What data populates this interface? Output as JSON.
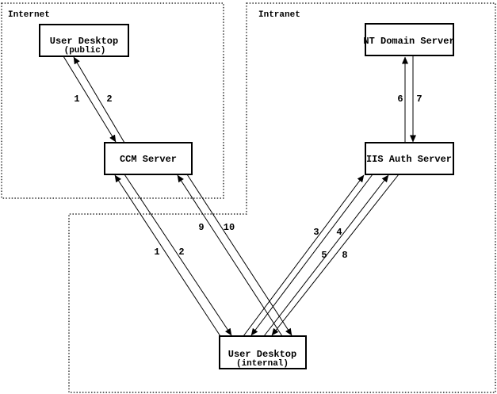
{
  "diagram": {
    "zones": {
      "internet": {
        "label": "Internet"
      },
      "intranet": {
        "label": "Intranet"
      }
    },
    "nodes": {
      "user_desktop_public": {
        "title": "User Desktop",
        "subtitle": "(public)"
      },
      "ccm_server": {
        "title": "CCM Server"
      },
      "nt_domain_server": {
        "title": "NT Domain Server"
      },
      "iis_auth_server": {
        "title": "IIS Auth Server"
      },
      "user_desktop_internal": {
        "title": "User Desktop",
        "subtitle": "(internal)"
      }
    },
    "flows": {
      "public_ccm": {
        "request": "1",
        "response": "2"
      },
      "internal_ccm": {
        "request": "1",
        "response": "2"
      },
      "internal_ccm_alt": {
        "request": "9",
        "response": "10"
      },
      "internal_iis_a": {
        "request": "3",
        "response": "4"
      },
      "internal_iis_b": {
        "request": "5",
        "response": "8"
      },
      "iis_nt": {
        "request": "6",
        "response": "7"
      }
    },
    "colors": {
      "ink": "#000000",
      "background": "#ffffff"
    }
  }
}
